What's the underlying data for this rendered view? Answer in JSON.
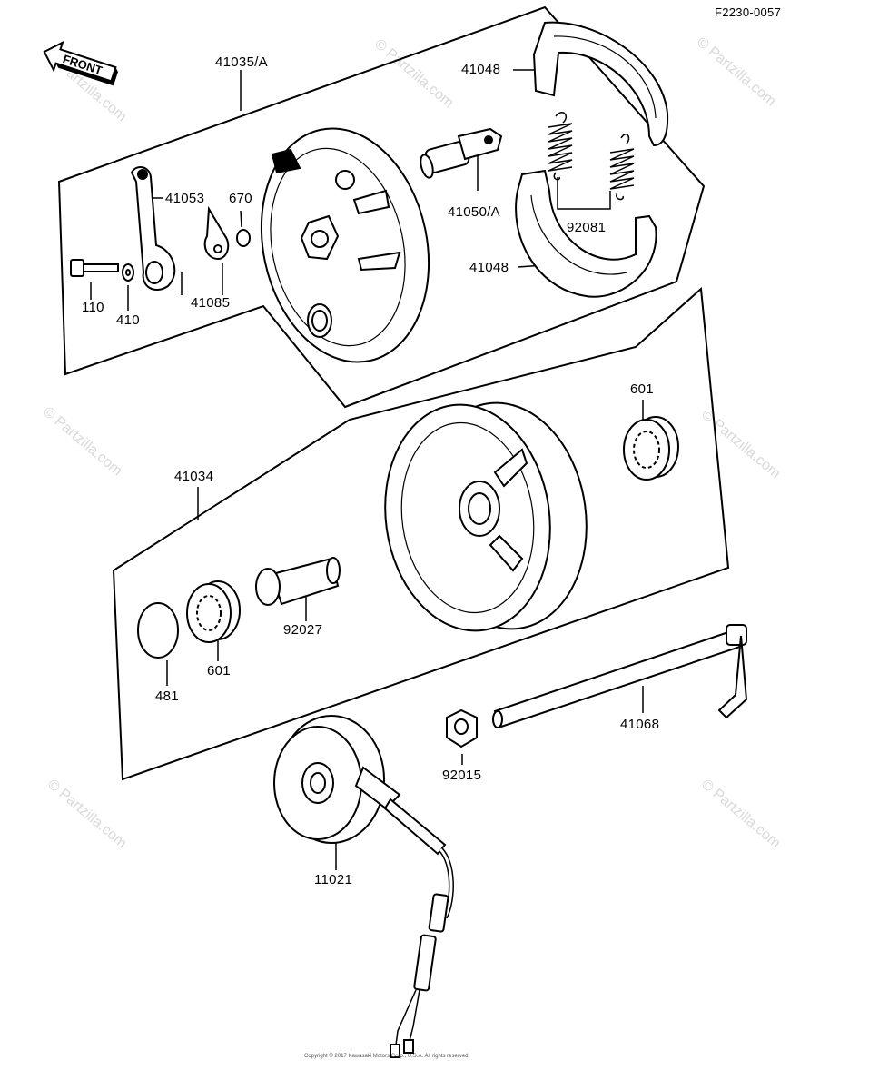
{
  "document_id": "F2230-0057",
  "front_label": "FRONT",
  "watermark": "© Partzilla.com",
  "footer": "Copyright © 2017 Kawasaki Motors Corp., U.S.A. All rights reserved",
  "parts": {
    "p41035A": "41035/A",
    "p41048a": "41048",
    "p41048b": "41048",
    "p41053": "41053",
    "p670": "670",
    "p41050A": "41050/A",
    "p92081": "92081",
    "p110": "110",
    "p410": "410",
    "p41085": "41085",
    "p601a": "601",
    "p41034": "41034",
    "p92027": "92027",
    "p601b": "601",
    "p481": "481",
    "p41068": "41068",
    "p92015": "92015",
    "p11021": "11021"
  }
}
